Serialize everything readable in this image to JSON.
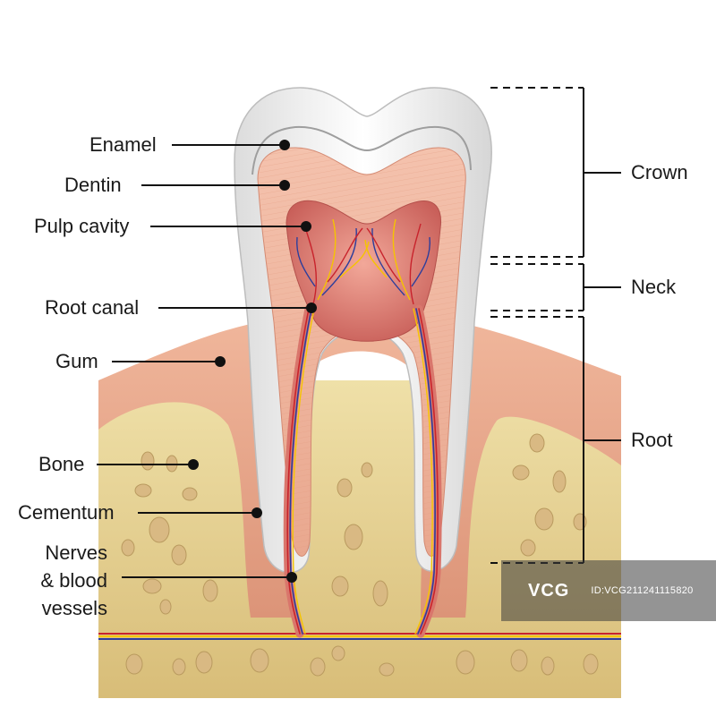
{
  "labels": {
    "enamel": "Enamel",
    "dentin": "Dentin",
    "pulp_cavity": "Pulp cavity",
    "root_canal": "Root canal",
    "gum": "Gum",
    "bone": "Bone",
    "cementum": "Cementum",
    "nerves_line1": "Nerves",
    "nerves_line2": "& blood",
    "nerves_line3": "vessels"
  },
  "regions": {
    "crown": "Crown",
    "neck": "Neck",
    "root": "Root"
  },
  "watermark": {
    "logo": "VCG",
    "code": "ID:VCG211241115820"
  },
  "colors": {
    "enamel": "#f2f2f2",
    "dentin": "#f0b7a0",
    "pulp": "#d9766c",
    "gum": "#e8a48a",
    "bone": "#e9d599",
    "nerve_red": "#c8232c",
    "nerve_blue": "#2d3e9c",
    "nerve_yellow": "#f5c400"
  }
}
